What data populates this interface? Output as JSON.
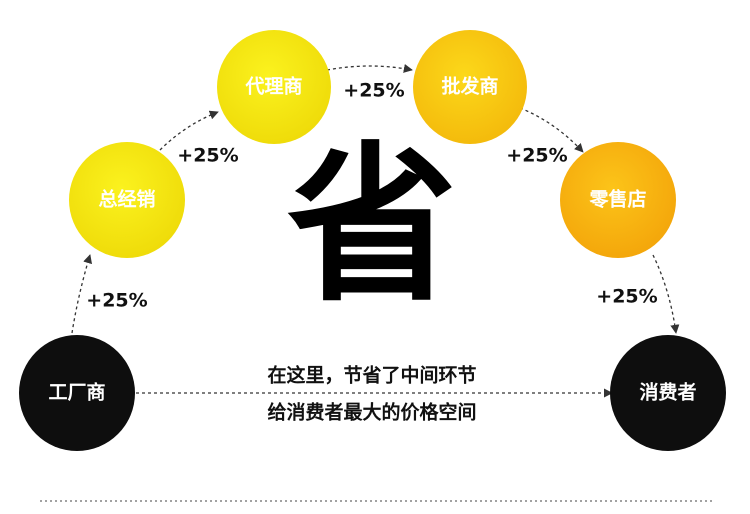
{
  "colors": {
    "yellow": "#f5e90f",
    "yellow_edge": "#f2d80c",
    "orange": "#f8b812",
    "black": "#0e0e0e",
    "arrow": "#333333",
    "white": "#ffffff"
  },
  "nodes": {
    "factory": "工厂商",
    "distributor": "总经销",
    "agent": "代理商",
    "wholesaler": "批发商",
    "retailer": "零售店",
    "consumer": "消费者"
  },
  "markups": {
    "m1": "+25%",
    "m2": "+25%",
    "m3": "+25%",
    "m4": "+25%",
    "m5": "+25%"
  },
  "center": {
    "big_char": "省",
    "line1": "在这里，节省了中间环节",
    "line2": "给消费者最大的价格空间"
  }
}
